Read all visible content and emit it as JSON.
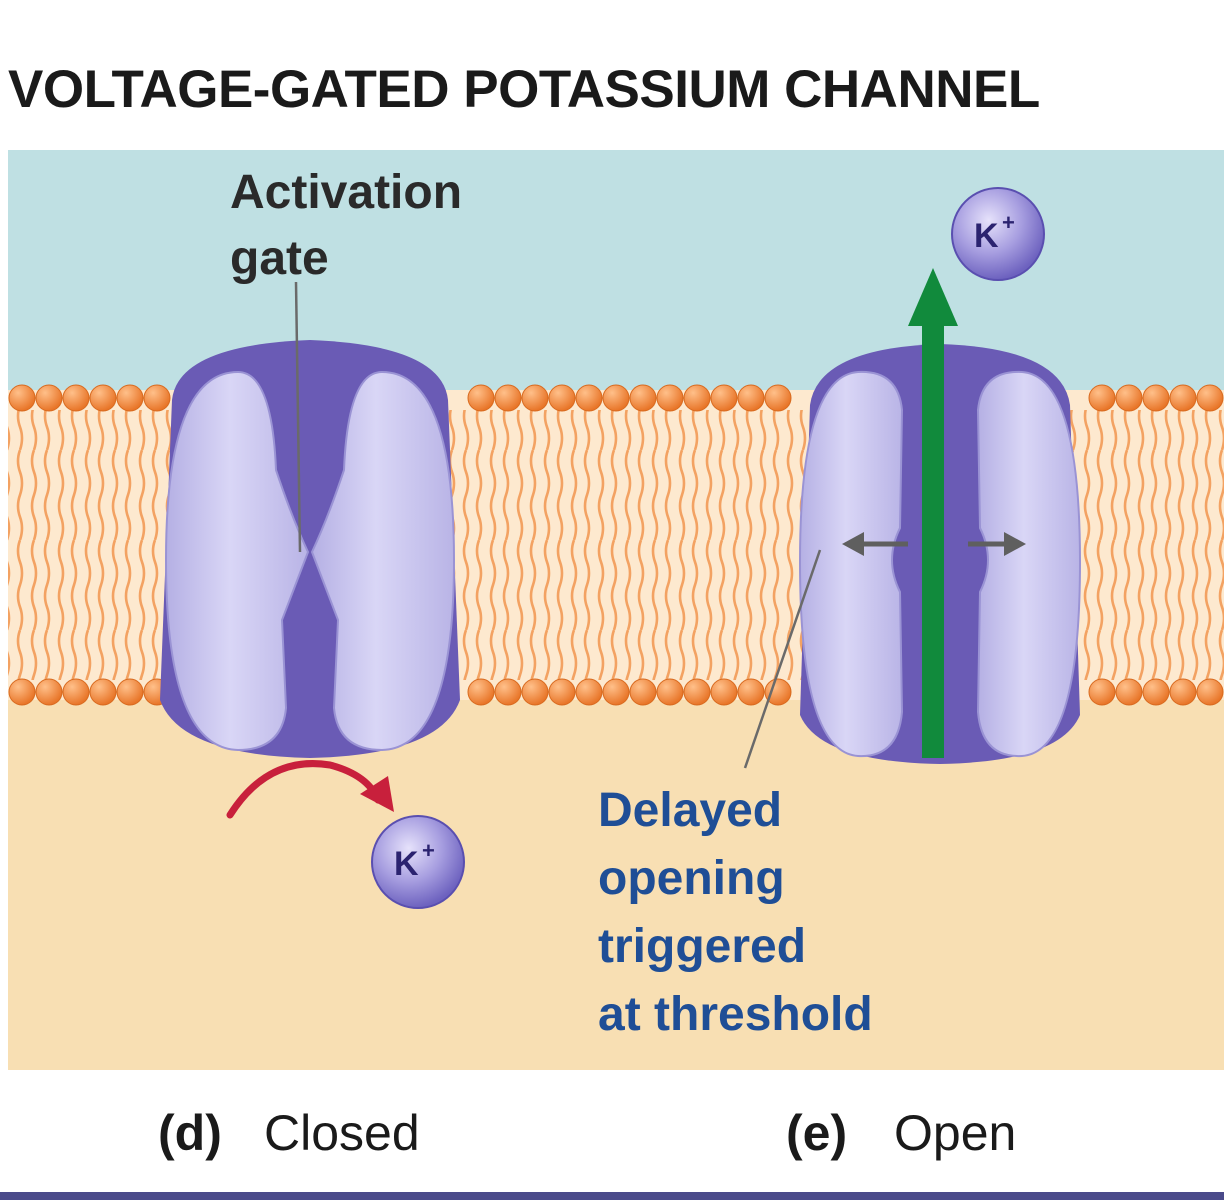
{
  "title": "VOLTAGE-GATED POTASSIUM CHANNEL",
  "labels": {
    "activation_gate": [
      "Activation",
      "gate"
    ],
    "delayed_opening": [
      "Delayed",
      "opening",
      "triggered",
      "at threshold"
    ]
  },
  "ion": {
    "symbol": "K",
    "charge": "+"
  },
  "panels": [
    {
      "letter": "(d)",
      "state": "Closed"
    },
    {
      "letter": "(e)",
      "state": "Open"
    }
  ],
  "colors": {
    "extracellular": "#bfe0e3",
    "intracellular": "#f8dfb3",
    "lipid_head": "#ef8a3c",
    "lipid_tail": "#f19a55",
    "protein_light": "#c4c0ea",
    "protein_dark": "#6a5bb5",
    "ion_fill": "#8d83d2",
    "efflux_arrow": "#118a3c",
    "gate_arrow": "#c8203c",
    "label_blue": "#1f4e96"
  }
}
